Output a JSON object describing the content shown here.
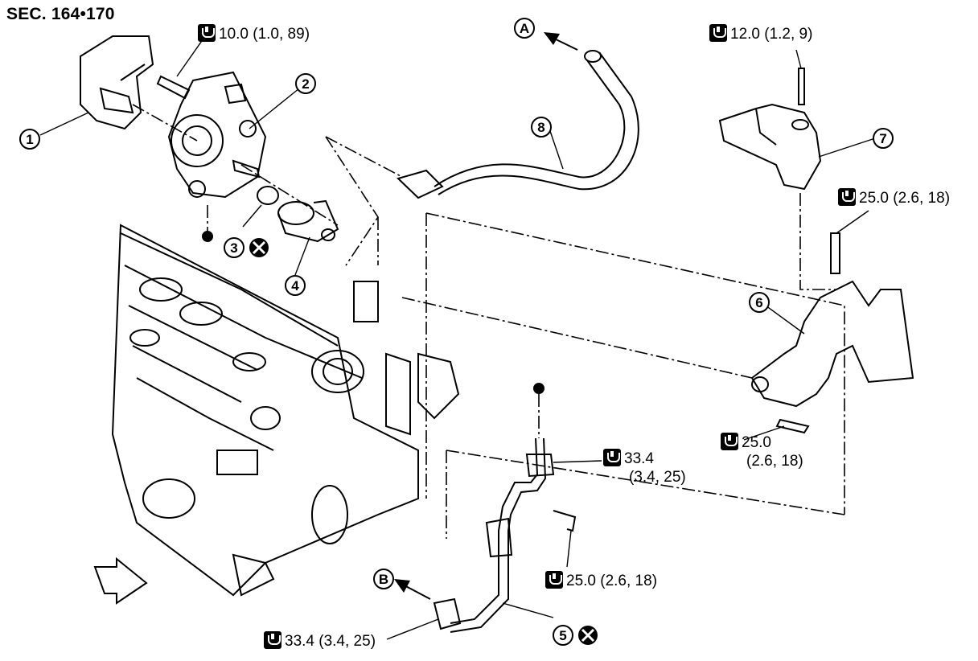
{
  "title": "SEC. 164•170",
  "callouts": [
    "1",
    "2",
    "3",
    "4",
    "5",
    "6",
    "7",
    "8"
  ],
  "refs": [
    "A",
    "B"
  ],
  "torques": {
    "t1": "10.0 (1.0, 89)",
    "t2": "12.0 (1.2, 9)",
    "t3": "25.0 (2.6, 18)",
    "t4a": "25.0",
    "t4b": "(2.6, 18)",
    "t5a": "33.4",
    "t5b": "(3.4, 25)",
    "t6": "25.0 (2.6, 18)",
    "t7": "33.4 (3.4, 25)"
  },
  "icons": {
    "torque": "torque-wrench-icon",
    "discard": "do-not-reuse-icon"
  }
}
